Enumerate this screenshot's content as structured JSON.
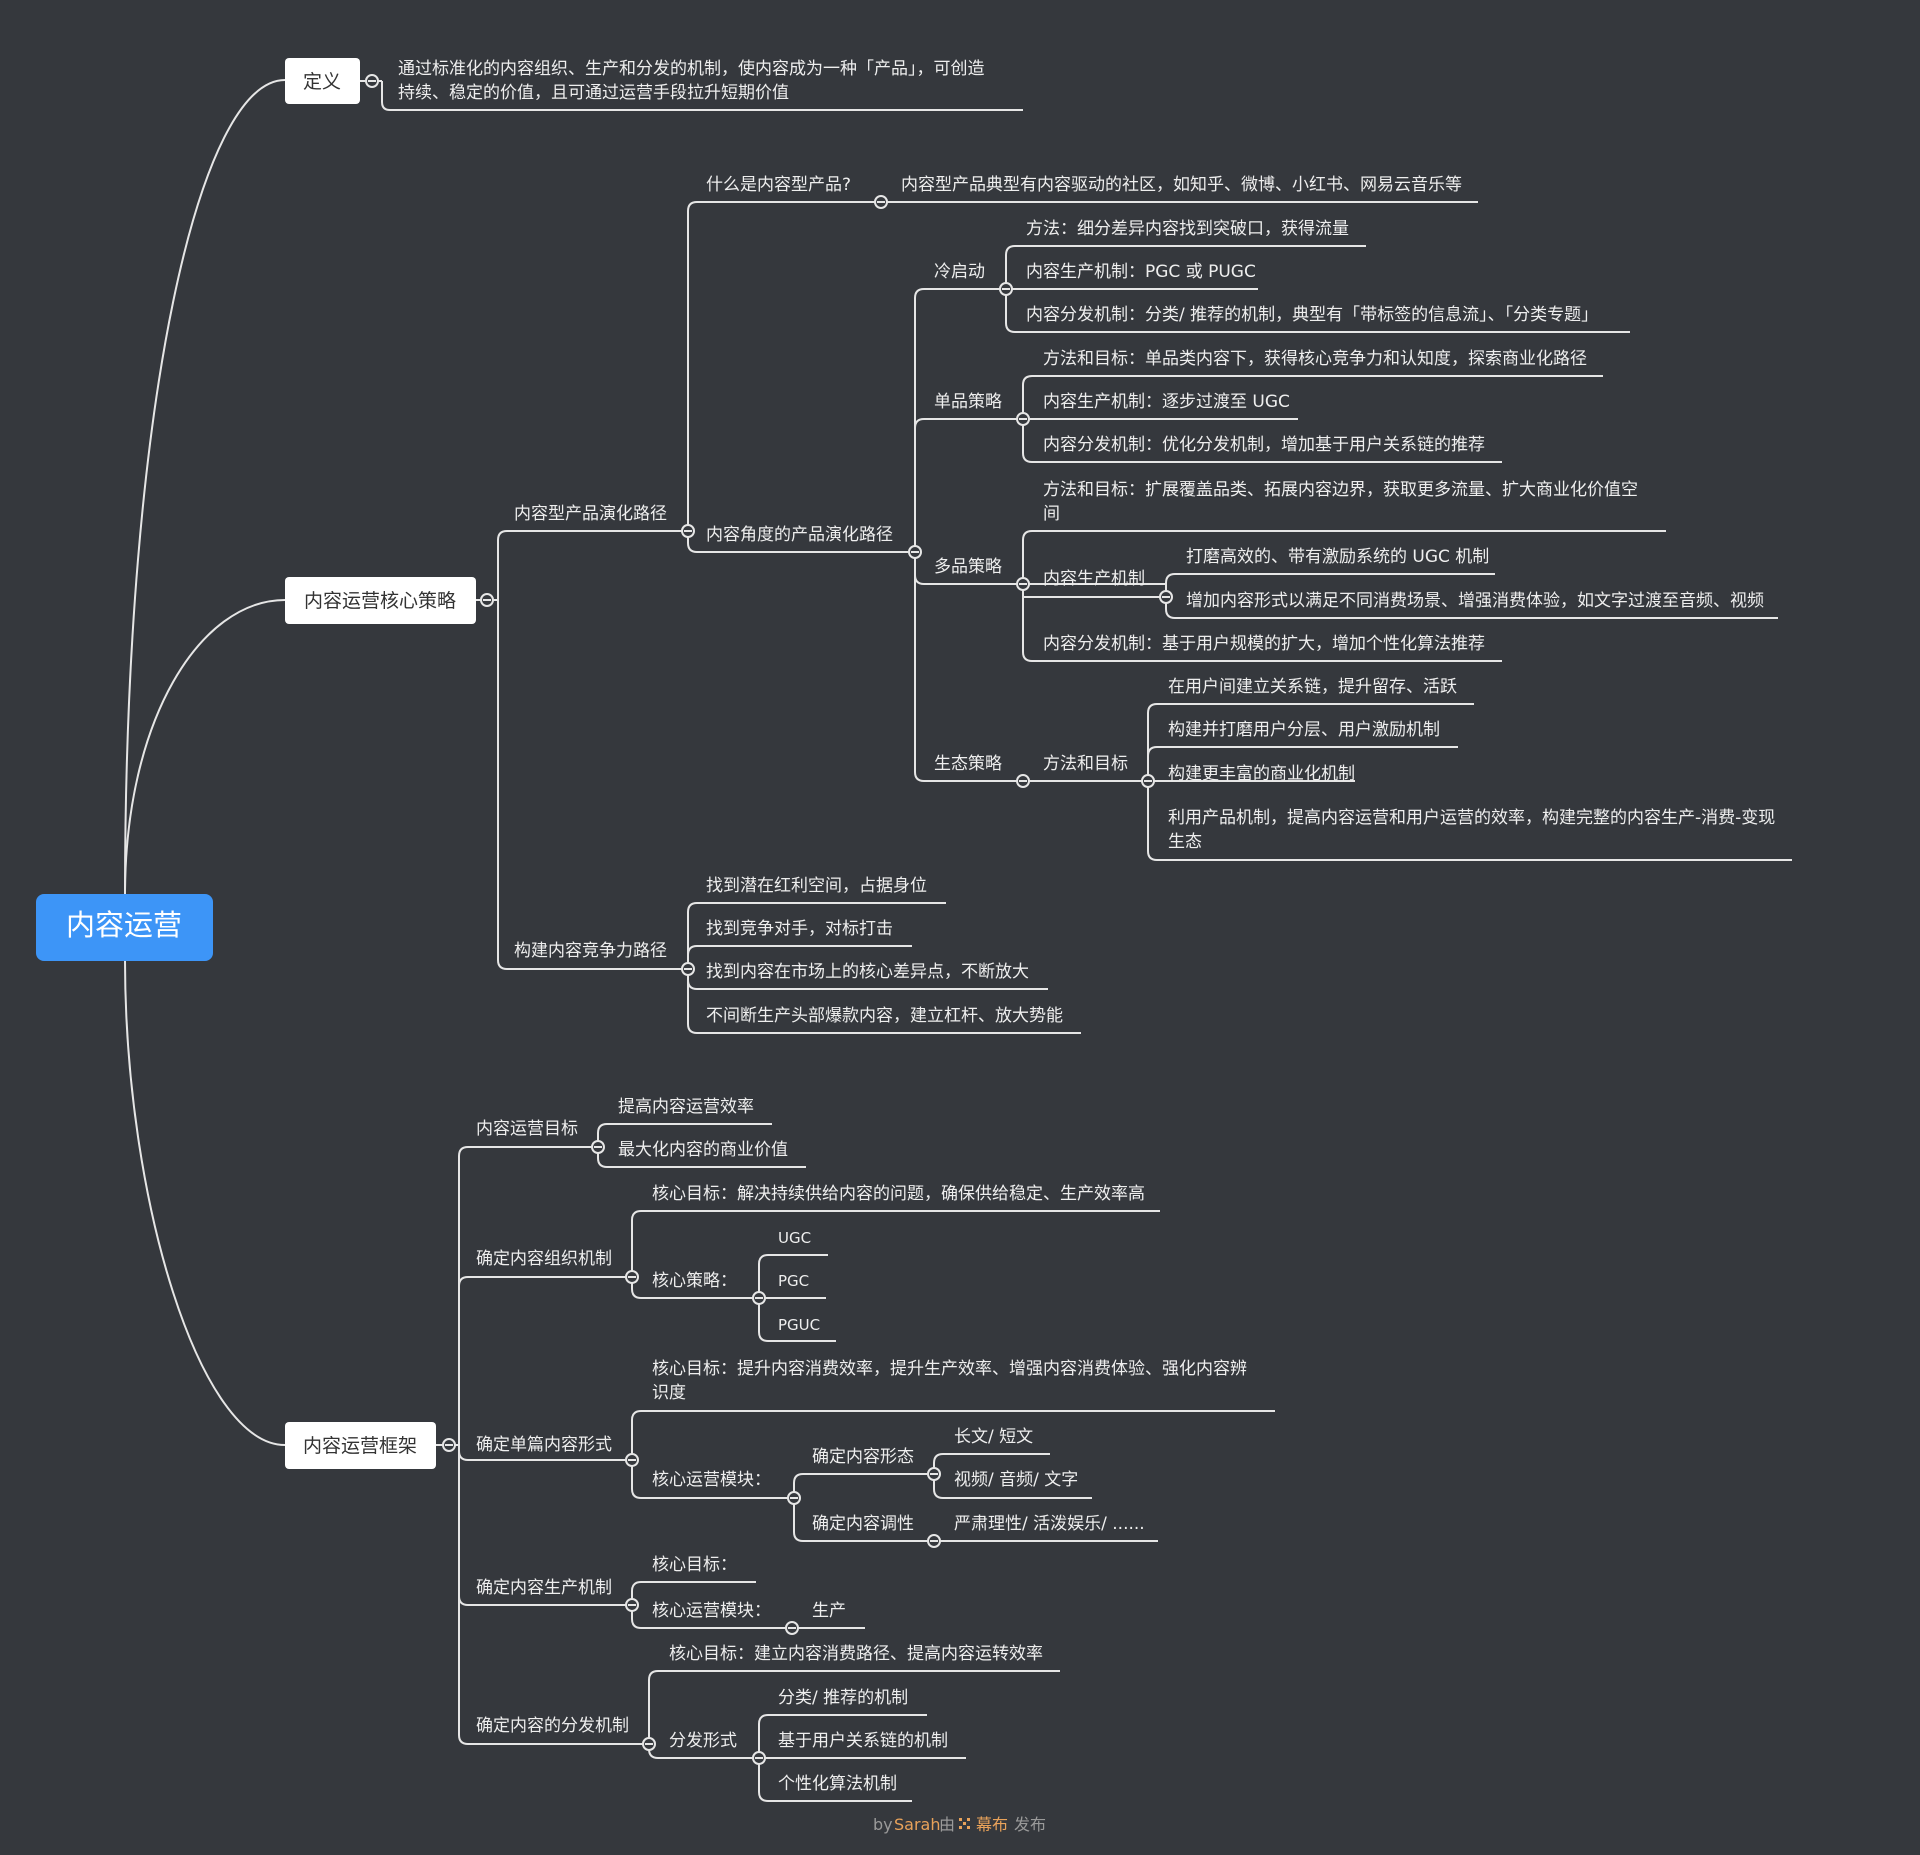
{
  "root": "内容运营",
  "definition": {
    "label": "定义",
    "text_1": "通过标准化的内容组织、生产和分发的机制，使内容成为一种「产品」，可创造",
    "text_2": "持续、稳定的价值，且可通过运营手段拉升短期价值"
  },
  "strategy": {
    "label": "内容运营核心策略",
    "evolution": {
      "label": "内容型产品演化路径",
      "what": {
        "label": "什么是内容型产品?",
        "answer": "内容型产品典型有内容驱动的社区，如知乎、微博、小红书、网易云音乐等"
      },
      "angle": {
        "label": "内容角度的产品演化路径",
        "cold": {
          "label": "冷启动",
          "items": [
            "方法：细分差异内容找到突破口，获得流量",
            "内容生产机制：PGC 或 PUGC",
            "内容分发机制：分类/ 推荐的机制，典型有「带标签的信息流」、「分类专题」"
          ]
        },
        "single": {
          "label": "单品策略",
          "items": [
            "方法和目标：单品类内容下，获得核心竞争力和认知度，探索商业化路径",
            "内容生产机制：逐步过渡至 UGC",
            "内容分发机制：优化分发机制，增加基于用户关系链的推荐"
          ]
        },
        "multi": {
          "label": "多品策略",
          "goal_1": "方法和目标：扩展覆盖品类、拓展内容边界，获取更多流量、扩大商业化价值空",
          "goal_2": "间",
          "production": {
            "label": "内容生产机制",
            "items": [
              "打磨高效的、带有激励系统的 UGC 机制",
              "增加内容形式以满足不同消费场景、增强消费体验，如文字过渡至音频、视频"
            ]
          },
          "distribution": "内容分发机制：基于用户规模的扩大，增加个性化算法推荐"
        },
        "eco": {
          "label": "生态策略",
          "sub_label": "方法和目标",
          "items": [
            "在用户间建立关系链，提升留存、活跃",
            "构建并打磨用户分层、用户激励机制",
            "构建更丰富的商业化机制"
          ],
          "last_1": "利用产品机制，提高内容运营和用户运营的效率，构建完整的内容生产-消费-变现",
          "last_2": "生态"
        }
      }
    },
    "compete": {
      "label": "构建内容竞争力路径",
      "items": [
        "找到潜在红利空间，占据身位",
        "找到竞争对手，对标打击",
        "找到内容在市场上的核心差异点，不断放大",
        "不间断生产头部爆款内容，建立杠杆、放大势能"
      ]
    }
  },
  "framework": {
    "label": "内容运营框架",
    "goal": {
      "label": "内容运营目标",
      "items": [
        "提高内容运营效率",
        "最大化内容的商业价值"
      ]
    },
    "org": {
      "label": "确定内容组织机制",
      "core_goal": "核心目标：解决持续供给内容的问题，确保供给稳定、生产效率高",
      "core_strategy": "核心策略：",
      "types": [
        "UGC",
        "PGC",
        "PGUC"
      ]
    },
    "form": {
      "label": "确定单篇内容形式",
      "core_goal_1": "核心目标：提升内容消费效率，提升生产效率、增强内容消费体验、强化内容辨",
      "core_goal_2": "识度",
      "module": "核心运营模块：",
      "shape": {
        "label": "确定内容形态",
        "items": [
          "长文/ 短文",
          "视频/ 音频/ 文字"
        ]
      },
      "tone": {
        "label": "确定内容调性",
        "item": "严肃理性/ 活泼娱乐/ ......"
      }
    },
    "production": {
      "label": "确定内容生产机制",
      "core_goal": "核心目标：",
      "module": "核心运营模块：",
      "module_item": "生产"
    },
    "distribution": {
      "label": "确定内容的分发机制",
      "core_goal": "核心目标：建立内容消费路径、提高内容运转效率",
      "form": {
        "label": "分发形式",
        "items": [
          "分类/ 推荐的机制",
          "基于用户关系链的机制",
          "个性化算法机制"
        ]
      }
    }
  },
  "footer": {
    "by": "by",
    "author": "Sarah",
    "via": "由",
    "brand": "幕布",
    "action": "发布"
  },
  "colors": {
    "background": "#35383d",
    "line": "#e6e6e6",
    "root_fill": "#3d95f7",
    "text": "#eeeeee",
    "footer_brand": "#e8a25a"
  }
}
